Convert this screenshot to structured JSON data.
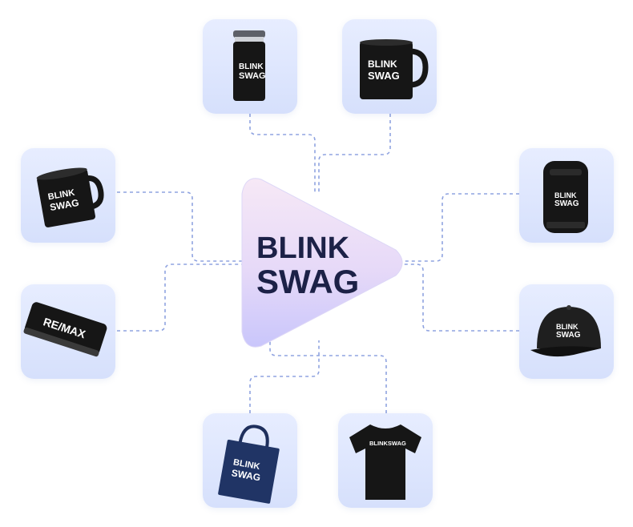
{
  "hub": {
    "logo_line1": "BLINK",
    "logo_line2": "SWAG",
    "brand_color": "#1c2147",
    "gradient_top": "#f6e8f6",
    "gradient_bottom": "#c9c6fb"
  },
  "connector_color": "#8fa3e0",
  "card_color": "#dde5fd",
  "products": [
    {
      "name": "tumbler",
      "icon": "tumbler-icon",
      "text1": "BLINK",
      "text2": "SWAG"
    },
    {
      "name": "mug-top",
      "icon": "mug-icon",
      "text1": "BLINK",
      "text2": "SWAG"
    },
    {
      "name": "mug-left",
      "icon": "mug-icon",
      "text1": "BLINK",
      "text2": "SWAG"
    },
    {
      "name": "backpack",
      "icon": "backpack-icon",
      "text1": "BLINK",
      "text2": "SWAG"
    },
    {
      "name": "powerbank",
      "icon": "powerbank-icon",
      "text1": "RE/MAX"
    },
    {
      "name": "cap",
      "icon": "cap-icon",
      "text1": "BLINK",
      "text2": "SWAG"
    },
    {
      "name": "tote-bag",
      "icon": "tote-bag-icon",
      "text1": "BLINK",
      "text2": "SWAG"
    },
    {
      "name": "tshirt",
      "icon": "tshirt-icon",
      "text1": "BLINKSWAG"
    }
  ]
}
